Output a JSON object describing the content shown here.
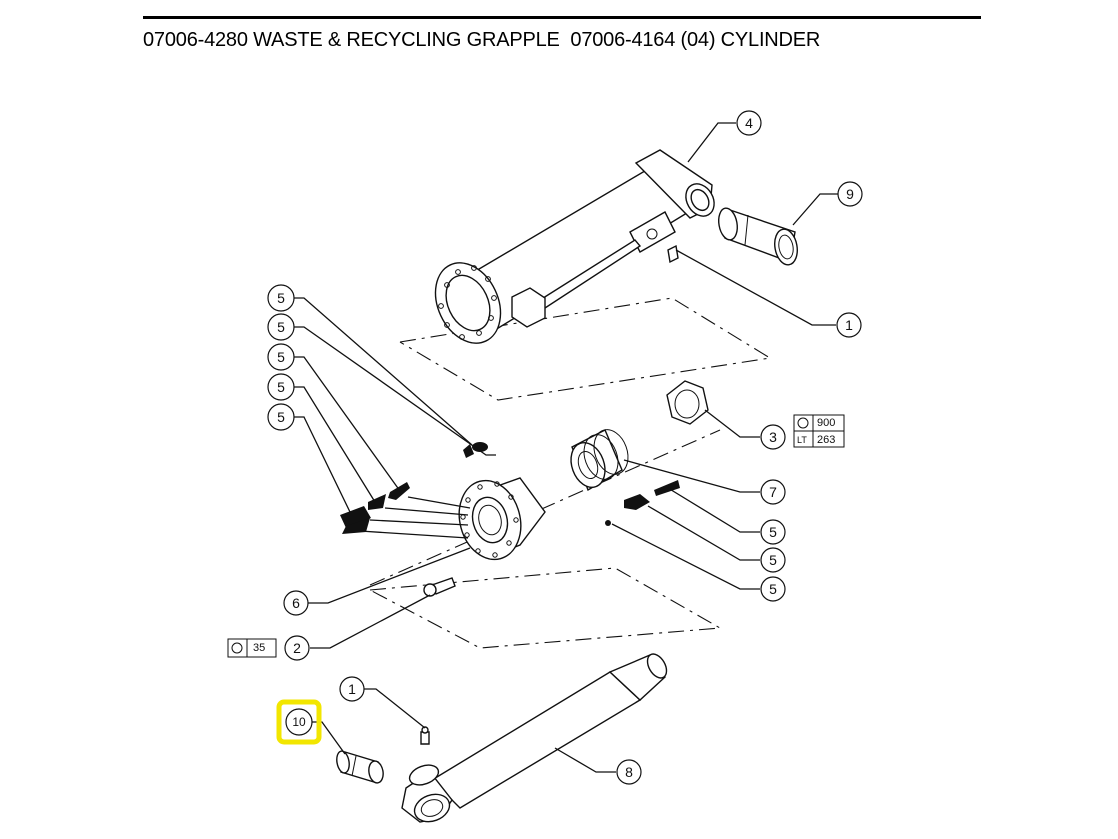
{
  "title": "07006-4280 WASTE & RECYCLING GRAPPLE  07006-4164 (04) CYLINDER",
  "callouts": {
    "c4": "4",
    "c9": "9",
    "c1_top": "1",
    "c5_a": "5",
    "c5_b": "5",
    "c5_c": "5",
    "c5_d": "5",
    "c5_e": "5",
    "c3": "3",
    "c7": "7",
    "c5_f": "5",
    "c5_g": "5",
    "c5_h": "5",
    "c6": "6",
    "c2": "2",
    "c1_bottom": "1",
    "c10": "10",
    "c8": "8"
  },
  "torque_item3": {
    "wrench_value": "900",
    "lt_label": "LT",
    "lt_value": "263"
  },
  "torque_item2": {
    "wrench_value": "35"
  },
  "highlight": {
    "item": "10",
    "color": "#f2e600"
  }
}
